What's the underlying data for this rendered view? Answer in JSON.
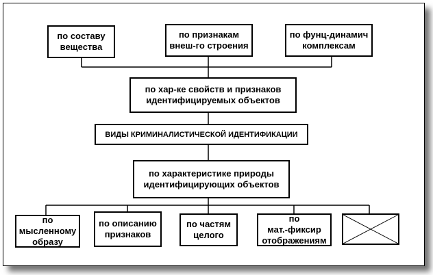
{
  "top_boxes": [
    {
      "label": "по составу\nвещества"
    },
    {
      "label": "по признакам\nвнеш-го строения"
    },
    {
      "label": "по фунц-динамич\nкомплексам"
    }
  ],
  "upper_criterion": {
    "label": "по хар-ке свойств и признаков\nидентифицируемых объектов"
  },
  "central_title": {
    "label": "ВИДЫ КРИМИНАЛИСТИЧЕСКОЙ ИДЕНТИФИКАЦИИ"
  },
  "lower_criterion": {
    "label": "по характеристике природы\nидентифицирующих объектов"
  },
  "bottom_boxes": [
    {
      "label": "по\nмысленному\nобразу"
    },
    {
      "label": "по описанию\nпризнаков"
    },
    {
      "label": "по частям\nцелого"
    },
    {
      "label": "по\nмат.-фиксир\nотображениям"
    }
  ],
  "crossed_box": {
    "icon": "crossed-empty-box-icon"
  }
}
